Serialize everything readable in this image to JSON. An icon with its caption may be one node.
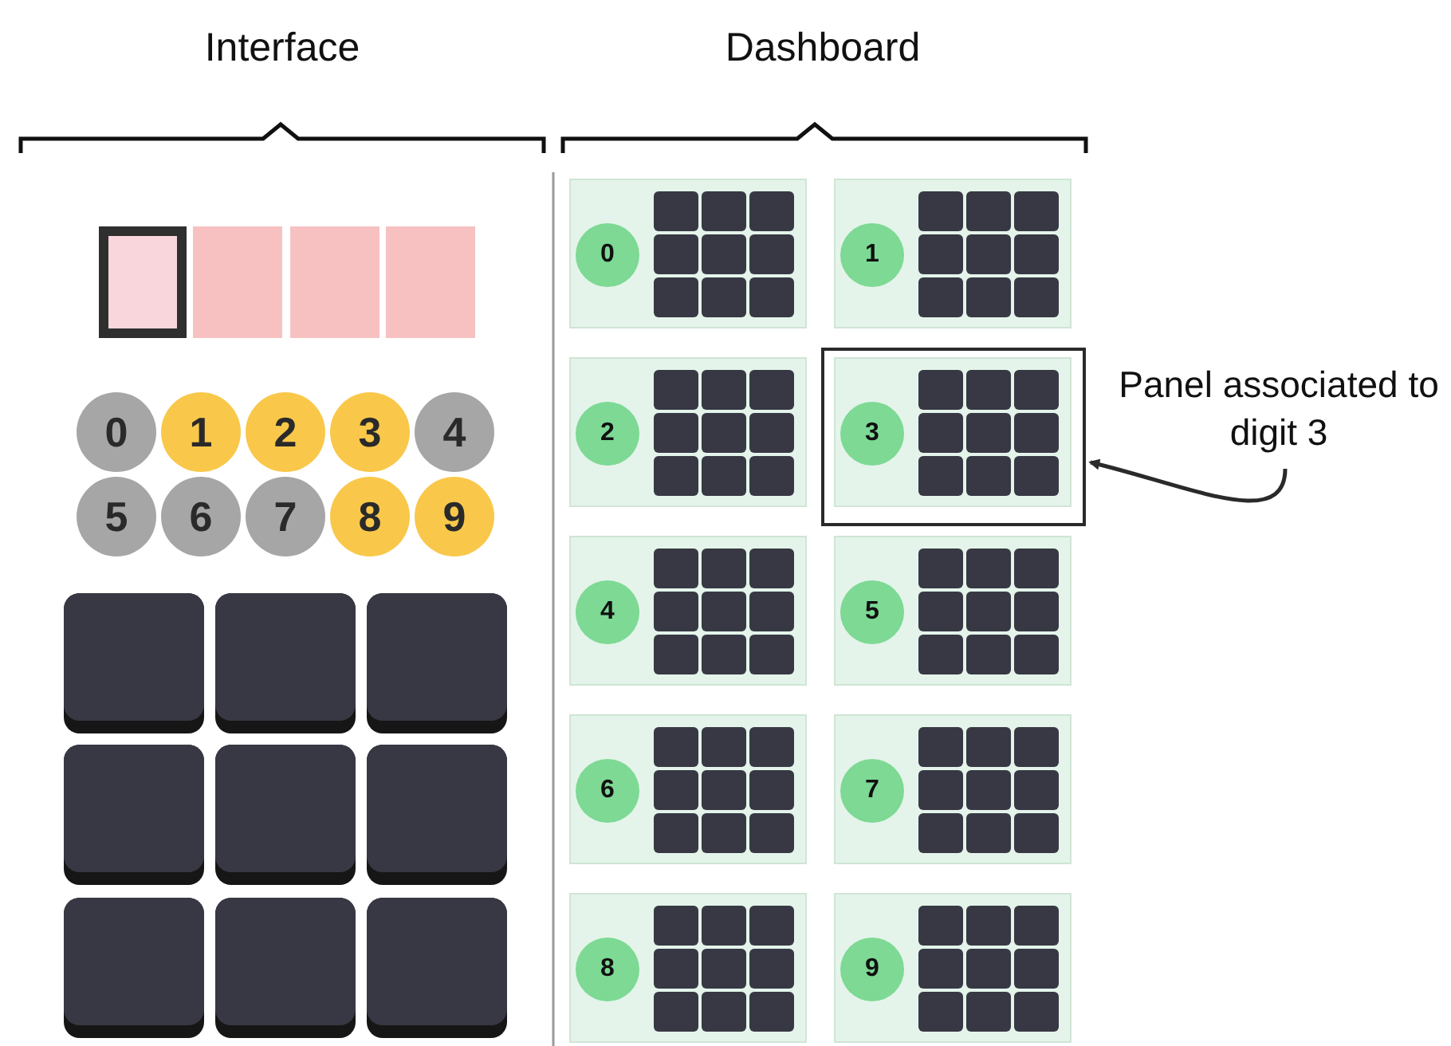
{
  "diagram": {
    "nodes": [
      {
        "text": [
          "0"
        ]
      },
      {
        "text": [
          "1"
        ]
      },
      {
        "text": [
          "2"
        ]
      },
      {
        "text": [
          "3"
        ]
      },
      {
        "text": [
          "4"
        ]
      },
      {
        "text": [
          "5"
        ]
      },
      {
        "text": [
          "6"
        ]
      },
      {
        "text": [
          "7"
        ]
      },
      {
        "text": [
          "8"
        ]
      },
      {
        "text": [
          "9"
        ]
      },
      {
        "text": [
          "Panel associated to digit 3"
        ]
      },
      {
        "text": [],
        "shape": "box"
      },
      {
        "text": [
          "0"
        ],
        "in": 11
      },
      {
        "text": [],
        "shape": "box"
      },
      {
        "text": [
          "1"
        ],
        "in": 13
      },
      {
        "text": [],
        "shape": "box"
      },
      {
        "text": [
          "2"
        ],
        "in": 15
      },
      {
        "text": [],
        "shape": "box"
      },
      {
        "text": [],
        "shape": "box",
        "in": 17
      },
      {
        "text": [
          "3"
        ],
        "in": 18
      },
      {
        "text": [],
        "shape": "box"
      },
      {
        "text": [
          "4"
        ],
        "in": 20
      },
      {
        "text": [],
        "shape": "box"
      },
      {
        "text": [
          "5"
        ],
        "in": 22
      },
      {
        "text": [],
        "shape": "box"
      },
      {
        "text": [
          "6"
        ],
        "in": 24
      },
      {
        "text": [],
        "shape": "box"
      },
      {
        "text": [
          "7"
        ],
        "in": 26
      },
      {
        "text": [],
        "shape": "box"
      },
      {
        "text": [
          "8"
        ],
        "in": 28
      },
      {
        "text": [],
        "shape": "box"
      },
      {
        "text": [
          "9"
        ],
        "in": 30
      }
    ],
    "edges": [
      {
        "from": 10,
        "to": 17,
        "arrow": "to"
      }
    ],
    "labels": [
      "Interface",
      "Dashboard"
    ]
  }
}
